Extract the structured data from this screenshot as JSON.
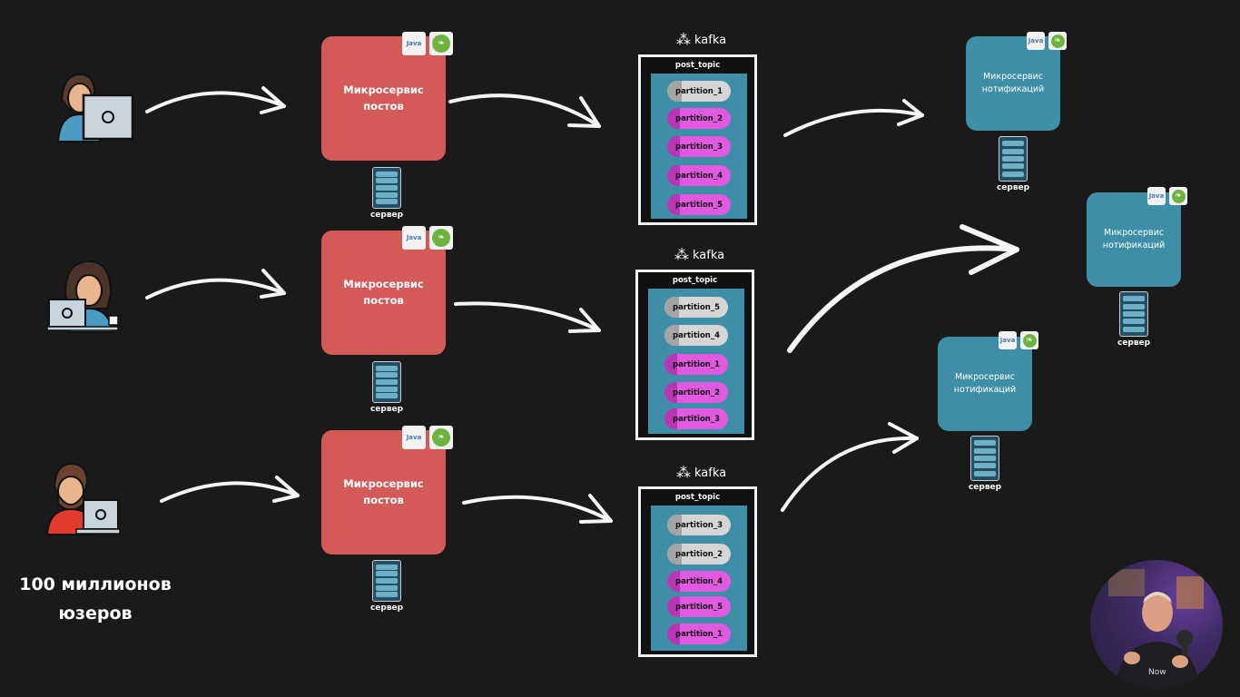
{
  "colors": {
    "background": "#1a1a1a",
    "posts_service": "#d45a58",
    "notification_service": "#3e8ea8",
    "partition_existing": "#d5d5d5",
    "partition_new": "#e159e0"
  },
  "icons": [
    "user-laptop-icon",
    "java-icon",
    "spring-icon",
    "server-rack-icon",
    "kafka-icon",
    "arrow-icon"
  ],
  "posts_service_label": "Микросервис\nпостов",
  "notification_service_label": "Микросервис\nнотификаций",
  "server_label": "сервер",
  "kafka_label": "kafka",
  "java_label": "Java",
  "topic_name": "post_topic",
  "topics": [
    {
      "partitions": [
        {
          "name": "partition_1",
          "state": "existing"
        },
        {
          "name": "partition_2",
          "state": "new"
        },
        {
          "name": "partition_3",
          "state": "new"
        },
        {
          "name": "partition_4",
          "state": "new"
        },
        {
          "name": "partition_5",
          "state": "new"
        }
      ]
    },
    {
      "partitions": [
        {
          "name": "partition_5",
          "state": "existing"
        },
        {
          "name": "partition_4",
          "state": "existing"
        },
        {
          "name": "partition_1",
          "state": "new"
        },
        {
          "name": "partition_2",
          "state": "new"
        },
        {
          "name": "partition_3",
          "state": "new"
        }
      ]
    },
    {
      "partitions": [
        {
          "name": "partition_3",
          "state": "existing"
        },
        {
          "name": "partition_2",
          "state": "existing"
        },
        {
          "name": "partition_4",
          "state": "new"
        },
        {
          "name": "partition_5",
          "state": "new"
        },
        {
          "name": "partition_1",
          "state": "new"
        }
      ]
    }
  ],
  "users_caption_line1": "100 миллионов",
  "users_caption_line2": "юзеров",
  "webcam_shirt_text": "Now"
}
